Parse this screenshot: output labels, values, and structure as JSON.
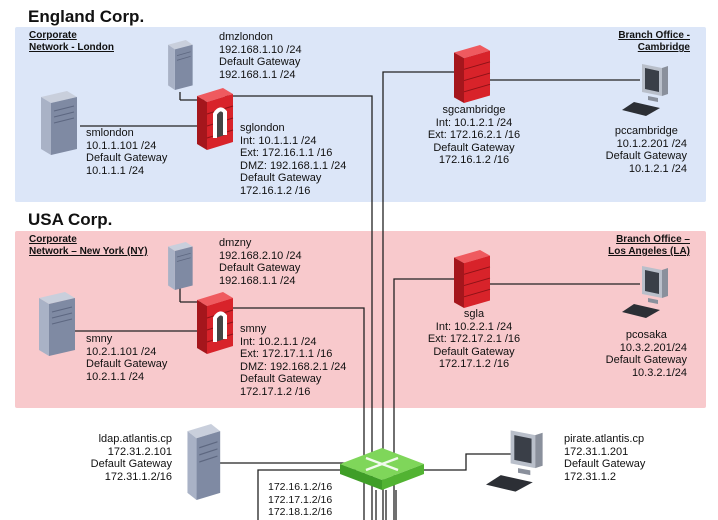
{
  "england": {
    "title": "England Corp.",
    "london_label": [
      "Corporate",
      "Network - London"
    ],
    "cambridge_label": [
      "Branch Office -",
      "Cambridge"
    ],
    "dmzlondon": [
      "dmzlondon",
      "192.168.1.10 /24",
      "Default Gateway",
      "192.168.1.1 /24"
    ],
    "smlondon": [
      "smlondon",
      "10.1.1.101 /24",
      "Default Gateway",
      "10.1.1.1 /24"
    ],
    "sglondon": [
      "sglondon",
      "Int: 10.1.1.1 /24",
      "Ext: 172.16.1.1 /16",
      "DMZ: 192.168.1.1 /24",
      "Default Gateway",
      "172.16.1.2 /16"
    ],
    "sgcambridge": [
      "sgcambridge",
      "Int: 10.1.2.1 /24",
      "Ext: 172.16.2.1 /16",
      "Default Gateway",
      "172.16.1.2 /16"
    ],
    "pccambridge": [
      "pccambridge",
      "10.1.2.201 /24",
      "Default Gateway",
      "10.1.2.1 /24"
    ]
  },
  "usa": {
    "title": "USA Corp.",
    "ny_label": [
      "Corporate",
      "Network – New York (NY)"
    ],
    "la_label": [
      "Branch Office –",
      "Los Angeles (LA)"
    ],
    "dmzny": [
      "dmzny",
      "192.168.2.10 /24",
      "Default Gateway",
      "192.168.1.1 /24"
    ],
    "smny": [
      "smny",
      "10.2.1.101 /24",
      "Default Gateway",
      "10.2.1.1 /24"
    ],
    "sgny": [
      "smny",
      "Int: 10.2.1.1 /24",
      "Ext: 172.17.1.1 /16",
      "DMZ: 192.168.2.1 /24",
      "Default Gateway",
      "172.17.1.2 /16"
    ],
    "sgla": [
      "sgla",
      "Int: 10.2.2.1 /24",
      "Ext: 172.17.2.1 /16",
      "Default Gateway",
      "172.17.1.2 /16"
    ],
    "pcosaka": [
      "pcosaka",
      "10.3.2.201/24",
      "Default Gateway",
      "10.3.2.1/24"
    ]
  },
  "core": {
    "ldap": [
      "ldap.atlantis.cp",
      "172.31.2.101",
      "Default Gateway",
      "172.31.1.2/16"
    ],
    "pirate": [
      "pirate.atlantis.cp",
      "172.31.1.201",
      "Default Gateway",
      "172.31.1.2"
    ],
    "switch_ips": [
      "172.16.1.2/16",
      "172.17.1.2/16",
      "172.18.1.2/16"
    ]
  },
  "colors": {
    "england_bg": "#dce6f8",
    "usa_bg": "#f8c9cc",
    "firewall": "#d8232a",
    "switch": "#5fc23a"
  },
  "icons": [
    "server-icon",
    "firewall-icon",
    "workstation-icon",
    "switch-icon"
  ]
}
